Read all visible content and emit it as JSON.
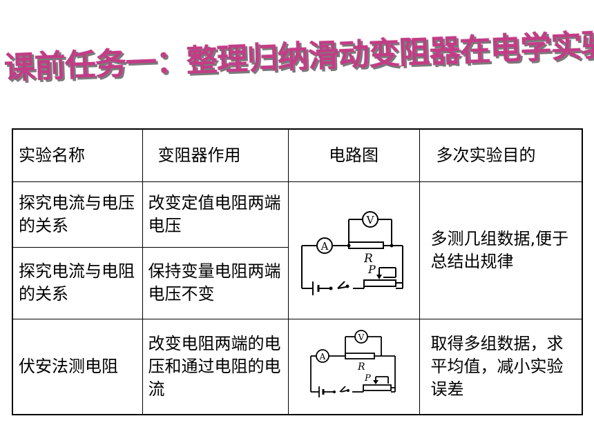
{
  "title": "课前任务一：整理归纳滑动变阻器在电学实验中的作用",
  "table": {
    "headers": [
      "实验名称",
      "变阻器作用",
      "电路图",
      "多次实验目的"
    ],
    "rows": [
      {
        "name": "探究电流与电压的关系",
        "role": "改变定值电阻两端电压"
      },
      {
        "name": "探究电流与电阻的关系",
        "role": "保持变量电阻两端电压不变"
      },
      {
        "name": "伏安法测电阻",
        "role": "改变电阻两端的电压和通过电阻的电流",
        "purpose": "取得多组数据，求平均值，减小实验误差"
      }
    ],
    "merged_purpose": "多测几组数据,便于总结出规律"
  },
  "circuit_labels": {
    "ammeter": "A",
    "voltmeter": "V",
    "resistor": "R",
    "slider": "P"
  }
}
